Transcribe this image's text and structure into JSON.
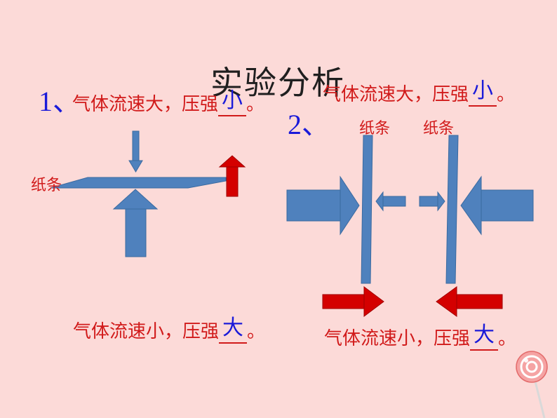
{
  "title": "实验分析",
  "exp1": {
    "number": "1、",
    "top_statement": {
      "prefix": "气体流速大，压强",
      "answer": "小",
      "suffix": "。"
    },
    "bottom_statement": {
      "prefix": "气体流速小，压强",
      "answer": "大",
      "suffix": "。"
    },
    "paper_label": "纸条"
  },
  "exp2": {
    "number": "2、",
    "top_statement": {
      "prefix": "气体流速大，压强",
      "answer": "小",
      "suffix": "。"
    },
    "bottom_statement": {
      "prefix": "气体流速小，压强",
      "answer": "大",
      "suffix": "。"
    },
    "paper_label_left": "纸条",
    "paper_label_right": "纸条"
  },
  "colors": {
    "background": "#fcdad8",
    "arrow_blue": "#4f81bd",
    "arrow_red": "#d40000",
    "text_red": "#d11a1a",
    "text_blue": "#1a1ad9"
  },
  "icons": [
    "lollipop-icon"
  ]
}
